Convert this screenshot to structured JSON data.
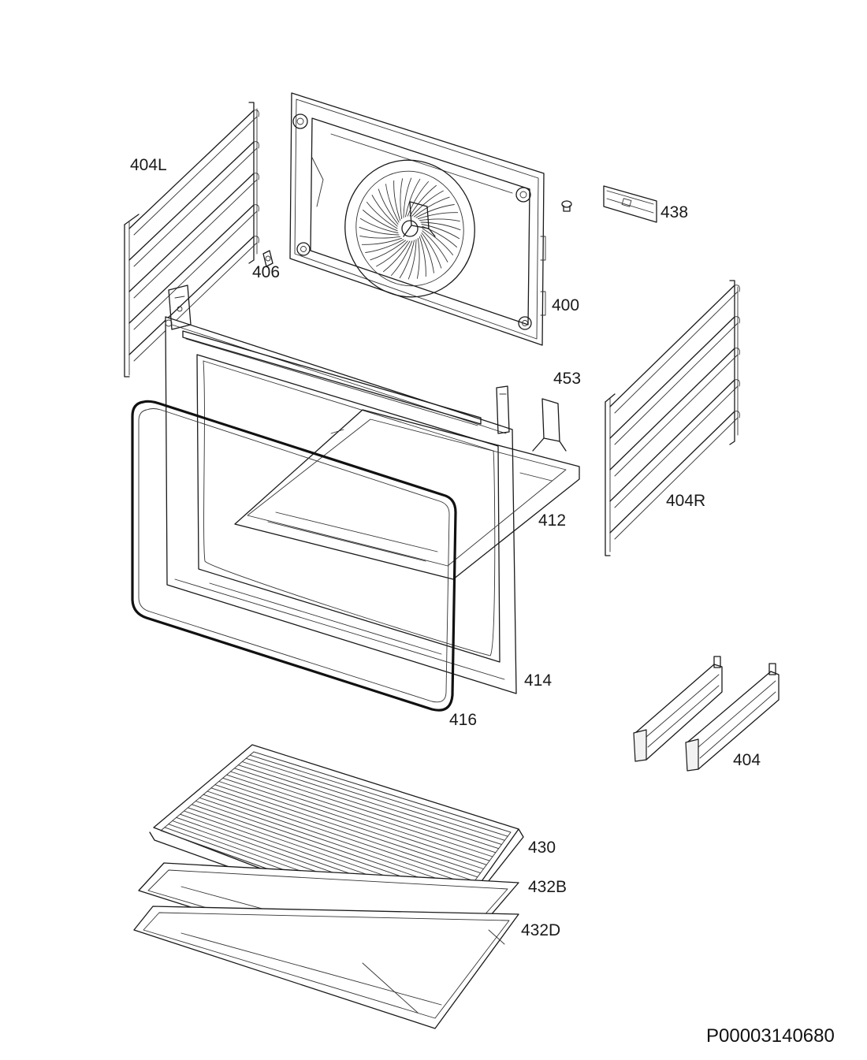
{
  "labels": {
    "404L": "404L",
    "400": "400",
    "438": "438",
    "406": "406",
    "453": "453",
    "404R": "404R",
    "412": "412",
    "414": "414",
    "416": "416",
    "404": "404",
    "430": "430",
    "432B": "432B",
    "432D": "432D"
  },
  "document_code": "P00003140680",
  "colors": {
    "line": "#1a1a1a",
    "background": "#ffffff"
  }
}
